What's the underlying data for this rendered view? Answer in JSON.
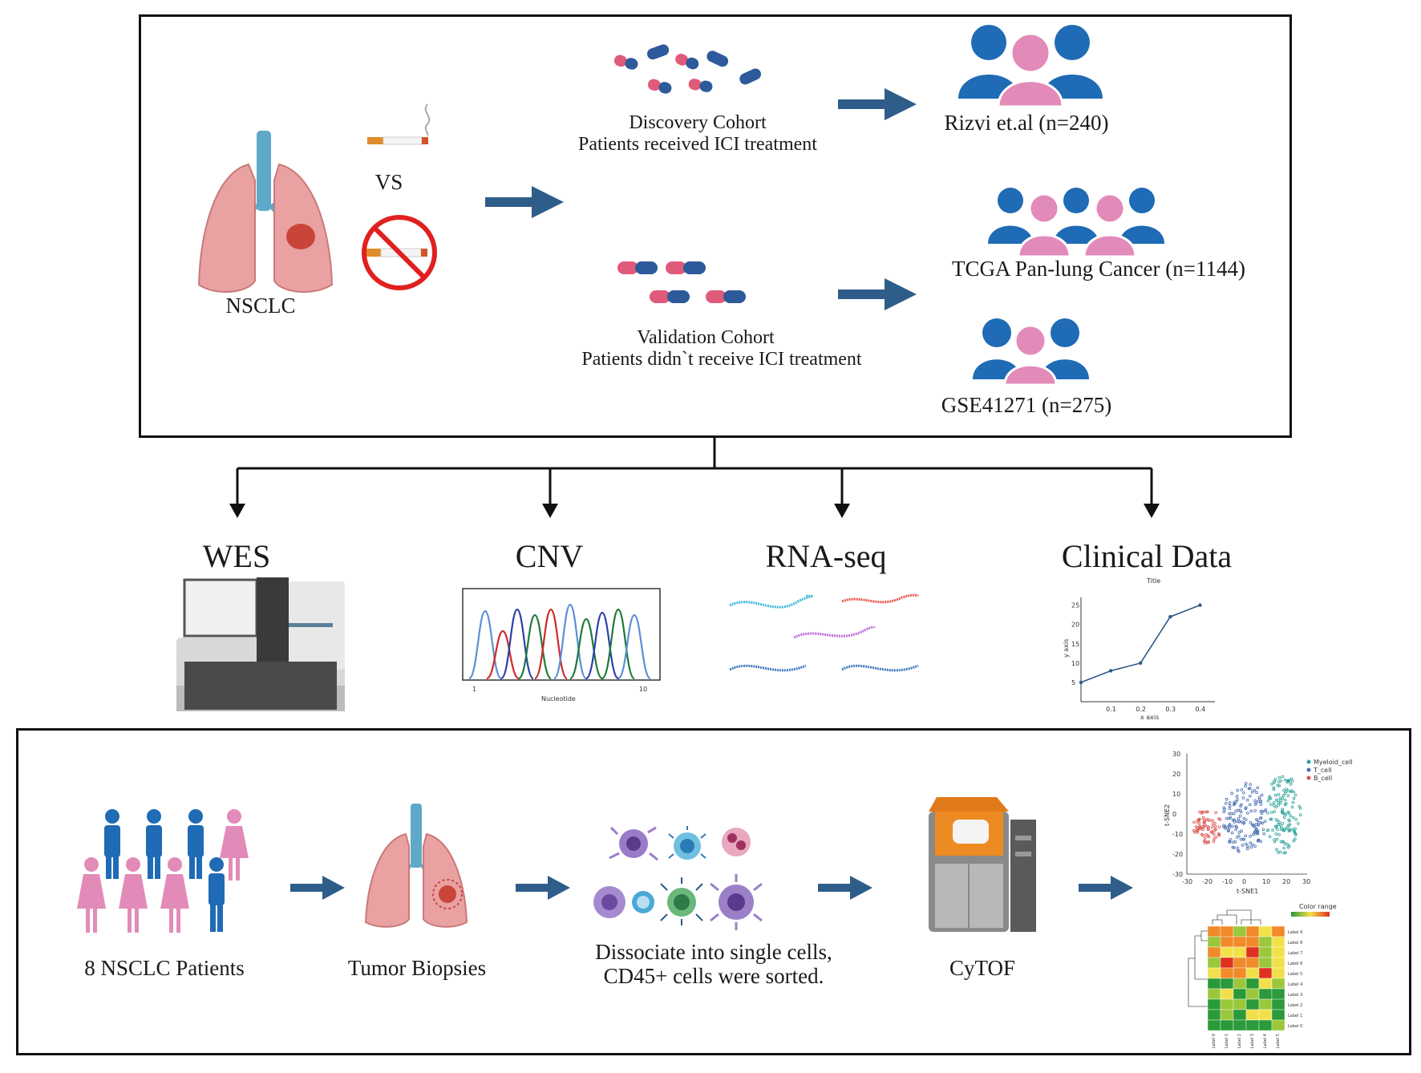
{
  "top_panel": {
    "nsclc_label": "NSCLC",
    "vs_label": "VS",
    "discovery": {
      "line1": "Discovery Cohort",
      "line2": "Patients received ICI treatment",
      "result": "Rizvi et.al (n=240)"
    },
    "validation": {
      "line1": "Validation Cohort",
      "line2": "Patients didn`t receive ICI treatment",
      "result1": "TCGA Pan-lung Cancer  (n=1144)",
      "result2": "GSE41271 (n=275)"
    }
  },
  "data_types": [
    {
      "label": "WES"
    },
    {
      "label": "CNV"
    },
    {
      "label": "RNA-seq"
    },
    {
      "label": "Clinical Data"
    }
  ],
  "cnv_plot": {
    "x_ticks": [
      "1",
      "10"
    ],
    "x_label": "Nucleotide"
  },
  "clinical_plot": {
    "title": "Title",
    "x_label": "x axis",
    "y_label": "y axis",
    "chart_data": {
      "type": "line",
      "x": [
        0.0,
        0.1,
        0.2,
        0.3,
        0.4
      ],
      "y": [
        5,
        8,
        10,
        22,
        25
      ],
      "x_ticks": [
        "0.1",
        "0.2",
        "0.3",
        "0.4"
      ],
      "y_ticks": [
        "5",
        "10",
        "15",
        "20",
        "25"
      ],
      "xlim": [
        0,
        0.45
      ],
      "ylim": [
        0,
        27
      ]
    }
  },
  "bottom_panel": {
    "patients_label": "8 NSCLC Patients",
    "biopsy_label": "Tumor Biopsies",
    "dissociate_line1": "Dissociate into single cells,",
    "dissociate_line2": "CD45+ cells were sorted.",
    "cytof_label": "CyTOF"
  },
  "tsne_plot": {
    "x_label": "t-SNE1",
    "y_label": "t-SNE2",
    "ticks": [
      "-30",
      "-20",
      "-10",
      "0",
      "10",
      "20",
      "30"
    ],
    "legend": [
      {
        "name": "Myeloid_cell",
        "color": "#2aa198"
      },
      {
        "name": "T_cell",
        "color": "#4a6fb5"
      },
      {
        "name": "B_cell",
        "color": "#d9534f"
      }
    ]
  },
  "heatmap": {
    "legend_title": "Color range",
    "row_labels": [
      "Label 9",
      "Label 8",
      "Label 7",
      "Label 6",
      "Label 5",
      "Label 4",
      "Label 3",
      "Label 2",
      "Label 1",
      "Label 0"
    ],
    "col_labels": [
      "Label 0",
      "Label 1",
      "Label 2",
      "Label 3",
      "Label 4",
      "Label 5"
    ]
  },
  "colors": {
    "arrow": "#2f5d8a",
    "person_blue": "#1f6bb5",
    "person_pink": "#e28bb9",
    "lung": "#e9a1a1",
    "tumor": "#c9453a"
  }
}
